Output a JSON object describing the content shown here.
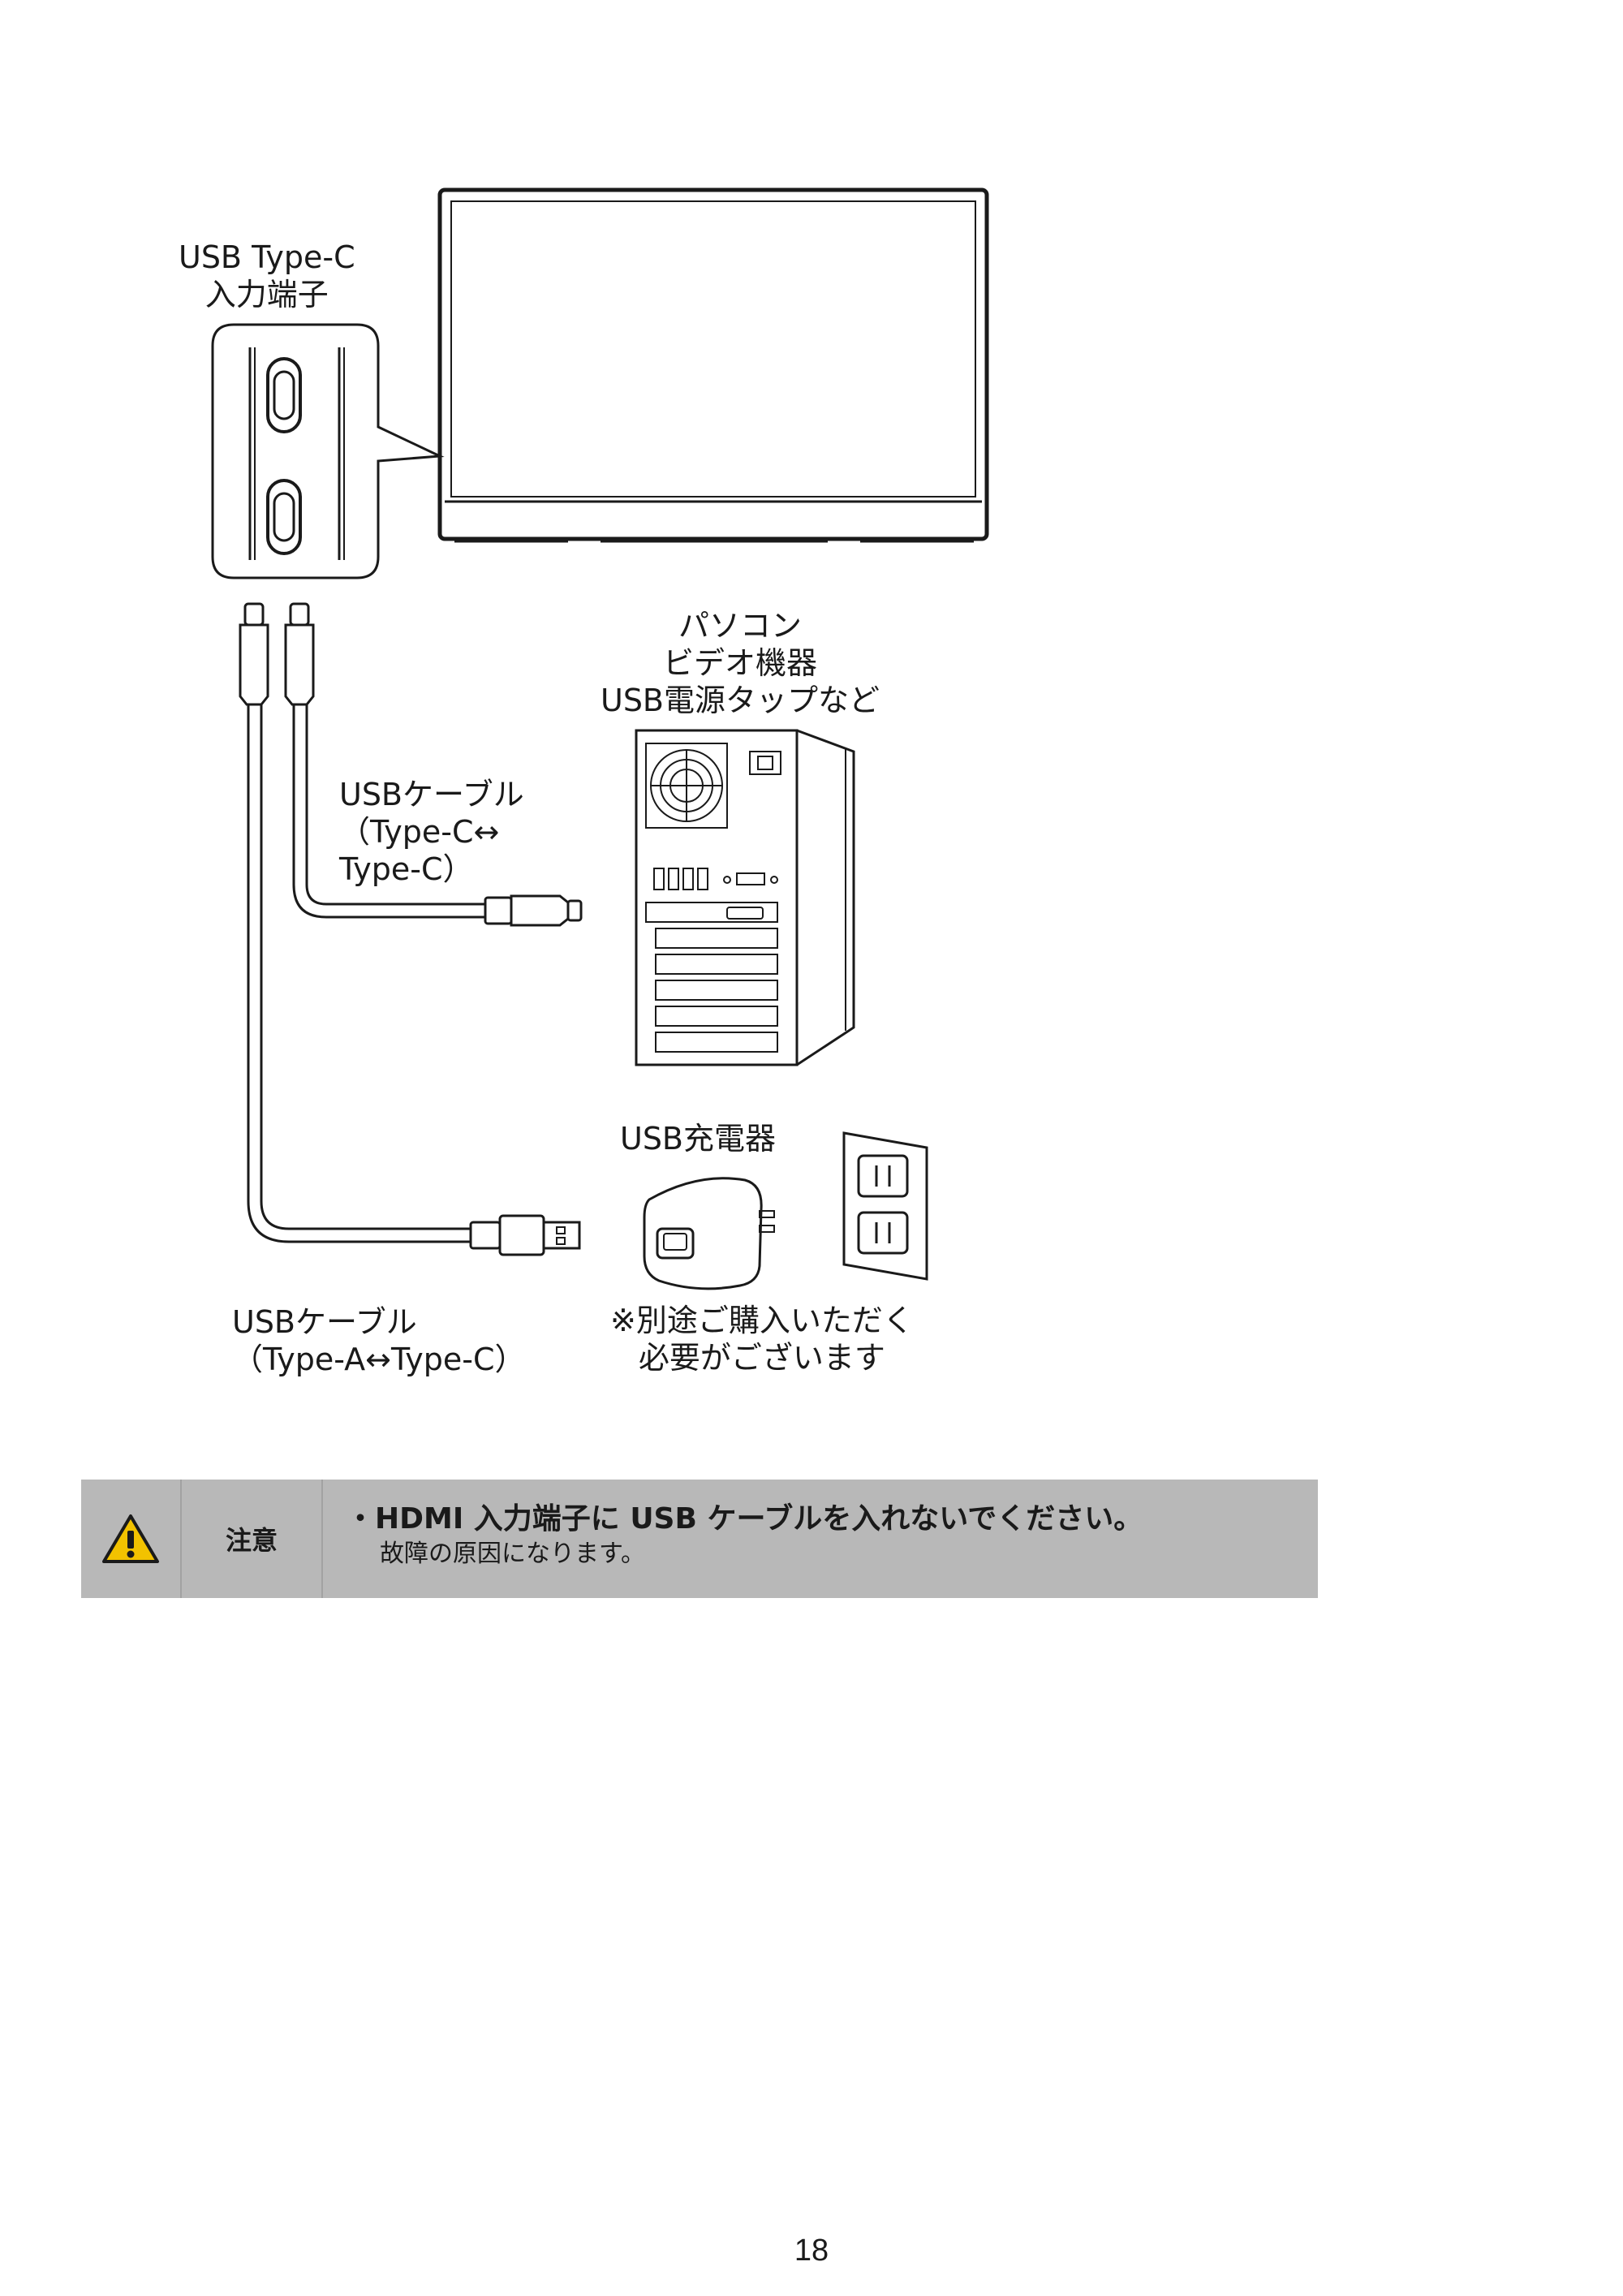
{
  "labels": {
    "usb_c_port": [
      "USB Type-C",
      "入力端子"
    ],
    "pc_devices": [
      "パソコン",
      "ビデオ機器",
      "USB電源タップなど"
    ],
    "cable_cc": [
      "USBケーブル",
      "（Type-C↔",
      "Type-C）"
    ],
    "charger": "USB充電器",
    "cable_ac": [
      "USBケーブル",
      "（Type-A↔Type-C）"
    ],
    "purchase_note": [
      "※別途ご購入いただく",
      "必要がございます"
    ]
  },
  "caution": {
    "heading": "注意",
    "bullet": "・",
    "text": "HDMI 入力端子に USB ケーブルを入れないでください。",
    "subtext": "故障の原因になります。",
    "icon": "warning-triangle-icon",
    "background": "#b8b8b8"
  },
  "page_number": "18"
}
